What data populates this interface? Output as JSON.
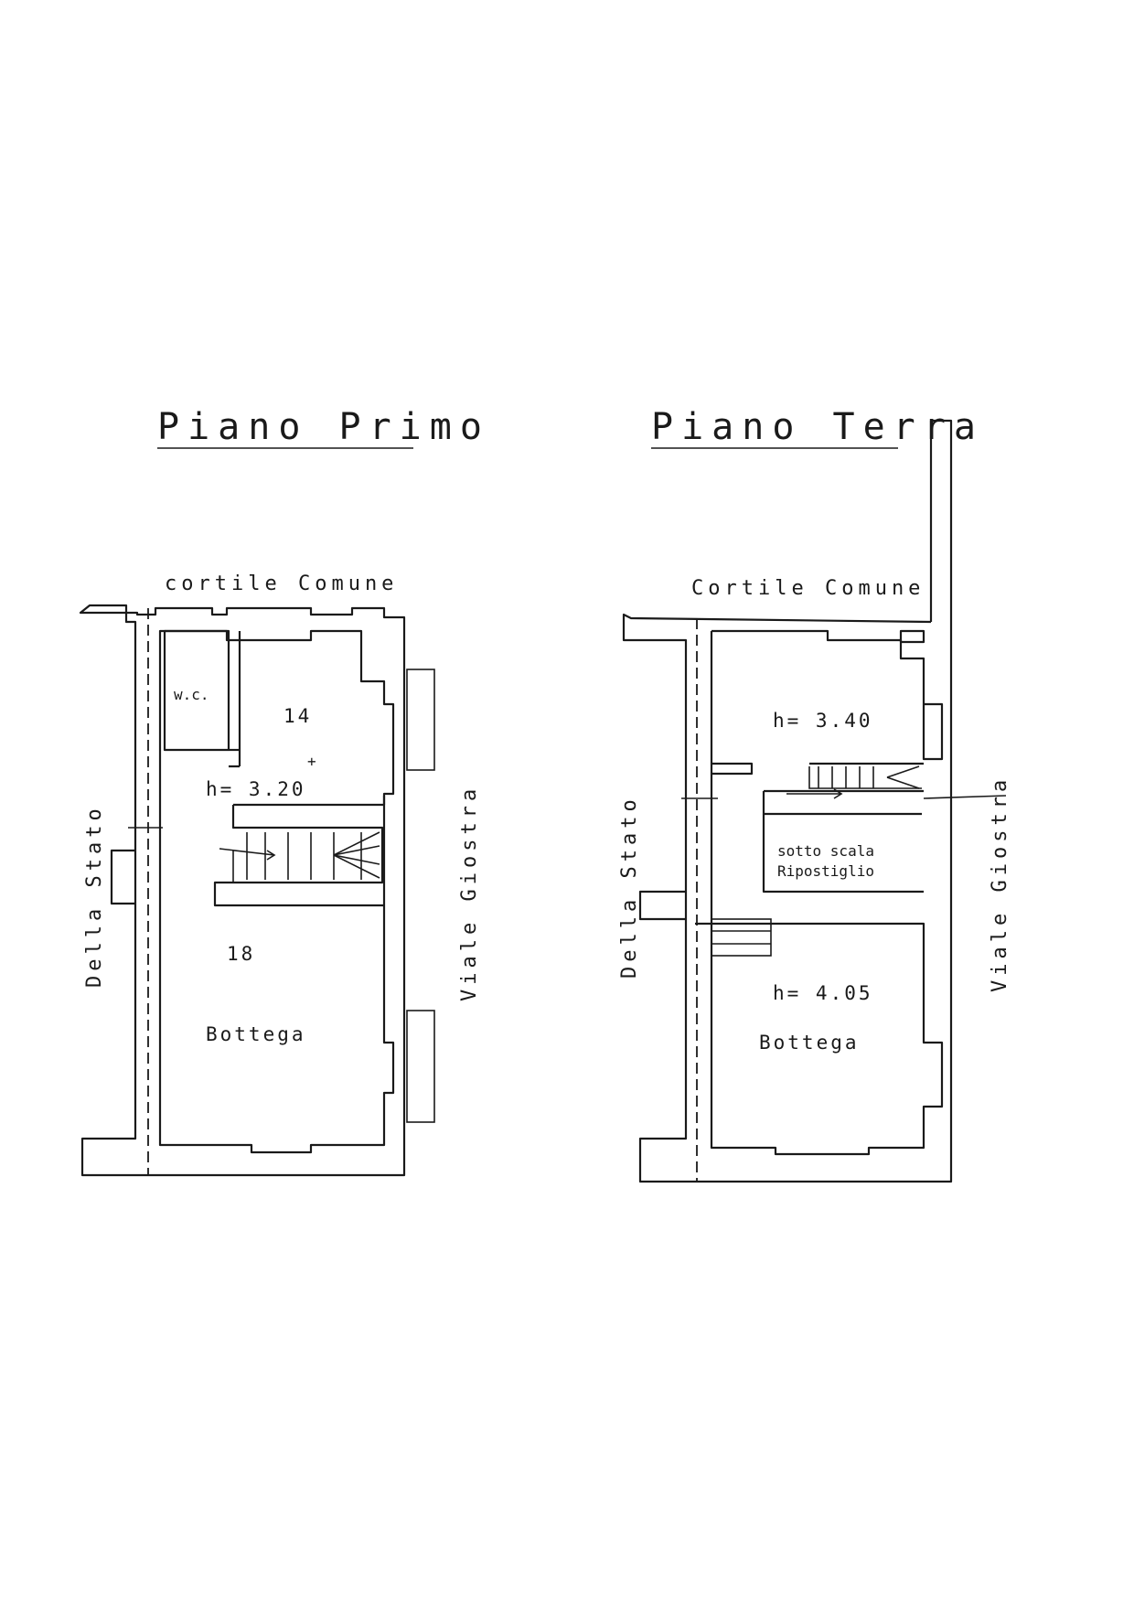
{
  "plans": {
    "primo": {
      "title": "Piano Primo",
      "courtyard": "cortile Comune",
      "street_left": "Della Stato",
      "street_right": "Viale Giostra",
      "wc": "w.c.",
      "room_upper_number": "14",
      "height": "h= 3.20",
      "room_lower_number": "18",
      "room_lower_name": "Bottega"
    },
    "terra": {
      "title": "Piano Terra",
      "courtyard": "Cortile Comune",
      "street_left": "Della Stato",
      "street_right": "Viale Giostra",
      "height_upper": "h= 3.40",
      "understair_line1": "sotto scala",
      "understair_line2": "Ripostiglio",
      "height_lower": "h= 4.05",
      "room_lower_name": "Bottega"
    }
  }
}
